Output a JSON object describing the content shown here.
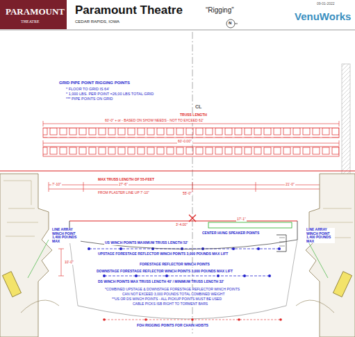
{
  "diagram": {
    "title": "Paramount Theatre",
    "labels": [
      "PARAMOUNT",
      "THEATRE",
      "CEDAR RAPIDS, IOWA",
      "“Rigging”",
      "09-01-2022",
      "VenuWorks",
      "N",
      "GRID PIPE POINT RIGGING POINTS",
      "* FLOOR TO GRID IS 64'",
      "* 1,000 LBS. PER POINT =26,00 LBS TOTAL GRID",
      "*** PIPE POINTS ON GRID",
      "CL",
      "TRUSS LENGTH",
      "60'-0\" + or - BASED ON SHOW NEEDS - NOT TO EXCEED 62'",
      "60'-0.00\"",
      "MAX TRUSS LENGTH OF 55-FEET",
      "27'-6\"",
      "FROM PLASTER LINE UP 7'-10\"",
      "55'-0\"",
      "21'-0\"",
      "7'-10\"",
      "3'-4.00\"",
      "CENTER HUNG SPEAKER POINTS",
      "US WINCH POINTS MAXIMUM TRUSS LENGTH 52'",
      "UPSTAGE FORESTAGE REFLECTOR WINCH POINTS 3,000 POUNDS MAX LIFT",
      "FORESTAGE REFLECTOR WINCH POINTS",
      "DOWNSTAGE FORESTAGE REFLECTOR WINCH POINTS 3,000 POUNDS MAX LIFT",
      "DS WINCH POINTS MAX TRUSS LENGTH 40' / MINIMUM TRUSS LENGTH 32'",
      "*COMBINED UPSTAGE & DOWNSTAGE FORESTAGE REFLECTOR WINCH POINTS",
      "CAN NOT EXCEED 3,000 POUNDS TOTAL COMBINED WEIGHT",
      "**US OR DS WINCH POINTS - ALL PICKUP POINTS MUST BE USED",
      "CABLE PICKS ISB RIGHT TO TORMENT BARS",
      "FOH RIGGING POINTS FOR CHAIN HOISTS",
      "LINE ARRAY WINCH POINT 1,400 POUNDS MAX",
      "LINE ARRAY WINCH POINT 1,400 POUNDS MAX",
      "10'-0\"",
      "17'-1\""
    ]
  }
}
